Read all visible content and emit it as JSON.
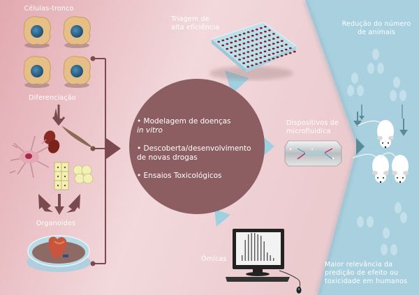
{
  "diagram": {
    "colors": {
      "pink_bg": "#e9b8bd",
      "pink_light": "#f3dcdf",
      "blue_bg": "#a9d0df",
      "circle": "#8c5e61",
      "bracket": "#7a4a4e",
      "arrow_blue": "#5a8a97",
      "triangle_blue": "#9fd0e0"
    },
    "left_column": {
      "stem_cells_label": "Células-tronco",
      "differentiation_label": "Diferenciação",
      "organoids_label": "Organoides",
      "stem_cell_icon": "stem-cell-icon",
      "differentiated_cells_icon": "differentiated-cells-icon",
      "petri_dish_icon": "petri-dish-heart-organoid-icon"
    },
    "center": {
      "items": [
        {
          "text": "• Modelagem de doenças",
          "italic": "in vitro"
        },
        {
          "text": "• Descoberta/desenvolvimento",
          "cont": "de novas drogas"
        },
        {
          "text": "• Ensaios Toxicológicos"
        }
      ]
    },
    "tools": {
      "hts_label_1": "Triagem de",
      "hts_label_2": "alta eficiência",
      "microfluidics_label_1": "Dispositivos de",
      "microfluidics_label_2": "microfluidica",
      "omics_label": "Ômicas",
      "hts_icon": "well-plate-icon",
      "microfluidics_icon": "microfluidic-chip-icon",
      "omics_icon": "computer-chart-icon"
    },
    "right_column": {
      "animals_label_1": "Redução do número",
      "animals_label_2": "de animais",
      "relevance_label_1": "Maior relevância da",
      "relevance_label_2": "predição de efeito ou",
      "relevance_label_3": "toxicidade em humanos",
      "mouse_icon": "mouse-icon"
    }
  }
}
